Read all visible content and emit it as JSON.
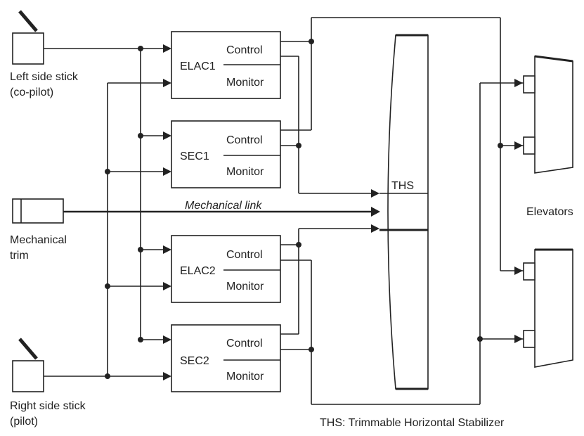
{
  "computers": {
    "elac1": "ELAC1",
    "sec1": "SEC1",
    "elac2": "ELAC2",
    "sec2": "SEC2"
  },
  "channels": {
    "control": "Control",
    "monitor": "Monitor"
  },
  "inputs": {
    "left_stick_line1": "Left side stick",
    "left_stick_line2": "(co-pilot)",
    "right_stick_line1": "Right side stick",
    "right_stick_line2": "(pilot)",
    "trim_line1": "Mechanical",
    "trim_line2": "trim"
  },
  "mechanical_link_label": "Mechanical link",
  "ths_label": "THS",
  "elevators_label": "Elevators",
  "caption": "THS: Trimmable Horizontal Stabilizer",
  "colors": {
    "line": "#222222",
    "background": "#ffffff"
  }
}
